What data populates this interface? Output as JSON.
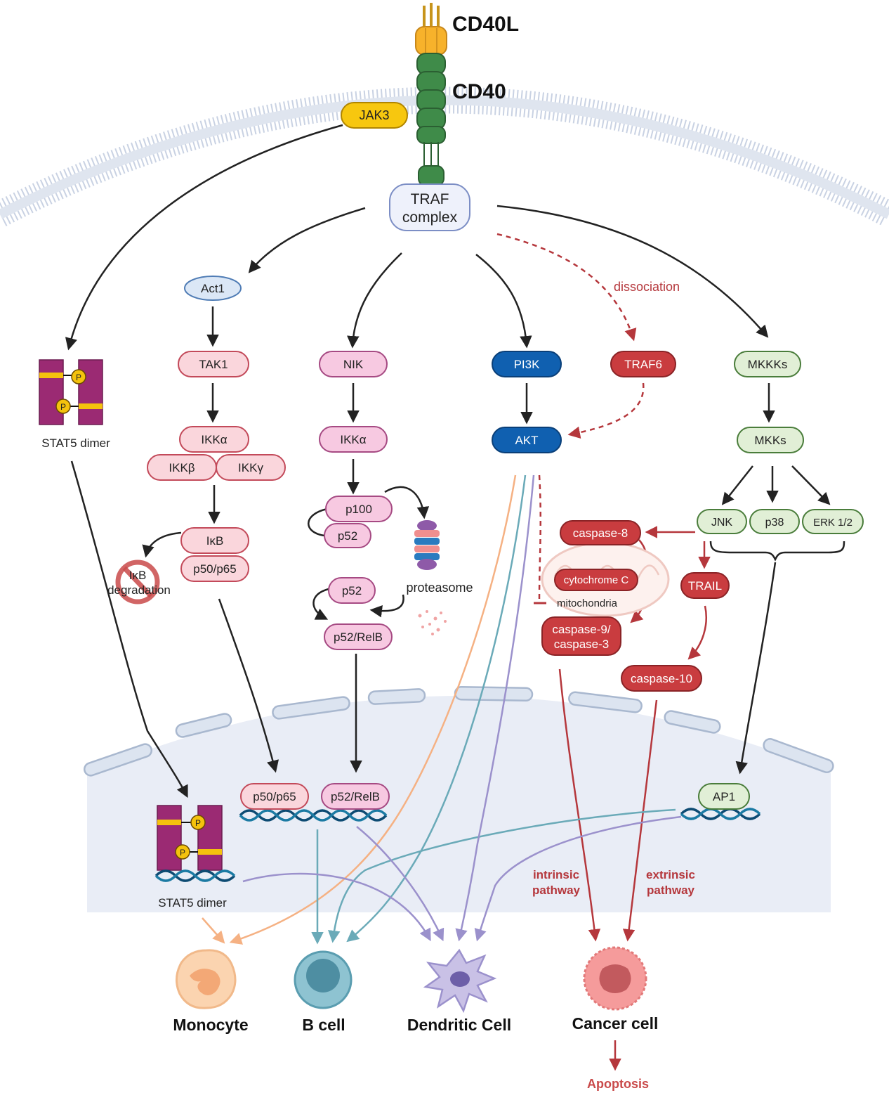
{
  "receptors": {
    "ligand": "CD40L",
    "receptor": "CD40",
    "jak3": "JAK3",
    "traf_line1": "TRAF",
    "traf_line2": "complex"
  },
  "nodes": {
    "act1": "Act1",
    "tak1": "TAK1",
    "ikka_canonical": "IKKα",
    "ikkb": "IKKβ",
    "ikkg": "IKKγ",
    "ikb": "IκB",
    "p50p65_cyto": "p50/p65",
    "ikb_deg_line1": "IκB",
    "ikb_deg_line2": "degradation",
    "nik": "NIK",
    "ikka_noncanonical": "IKKα",
    "p100": "p100",
    "p52_in_p100": "p52",
    "proteasome": "proteasome",
    "p52": "p52",
    "p52relb_cyto": "p52/RelB",
    "pi3k": "PI3K",
    "akt": "AKT",
    "traf6": "TRAF6",
    "dissociation": "dissociation",
    "mkkks": "MKKKs",
    "mkks": "MKKs",
    "jnk": "JNK",
    "p38": "p38",
    "erk": "ERK 1/2",
    "caspase8": "caspase-8",
    "cytochrome": "cytochrome C",
    "mitochondria": "mitochondria",
    "casp93_line1": "caspase-9/",
    "casp93_line2": "caspase-3",
    "trail": "TRAIL",
    "caspase10": "caspase-10",
    "stat5_cyto": "STAT5 dimer",
    "stat5_nuc": "STAT5 dimer",
    "p_mark": "P",
    "p50p65_nuc": "p50/p65",
    "p52relb_nuc": "p52/RelB",
    "ap1": "AP1",
    "intrinsic_line1": "intrinsic",
    "intrinsic_line2": "pathway",
    "extrinsic_line1": "extrinsic",
    "extrinsic_line2": "pathway"
  },
  "cells": {
    "monocyte": "Monocyte",
    "bcell": "B cell",
    "dendritic": "Dendritic Cell",
    "cancer": "Cancer cell",
    "apoptosis": "Apoptosis"
  },
  "colors": {
    "arrow_black": "#222222",
    "apoptosis_red": "#b5373c",
    "monocyte_orange": "#f5b183",
    "bcell_teal": "#6aaab8",
    "dendritic_purple": "#9b91cc",
    "membrane": "#b9c4d8",
    "nucleus_fill": "#e9edf6",
    "pink_fill": "#fad6dc",
    "pink_stroke": "#c34a5a",
    "magenta_fill": "#f7c9e1",
    "magenta_stroke": "#a64a83",
    "blue_fill": "#1060b0",
    "green_fill": "#e1efd6",
    "green_stroke": "#4a7d3b",
    "red_fill": "#c93c3f",
    "stat5_purple": "#9b2a73",
    "yellow": "#f4c20d"
  }
}
